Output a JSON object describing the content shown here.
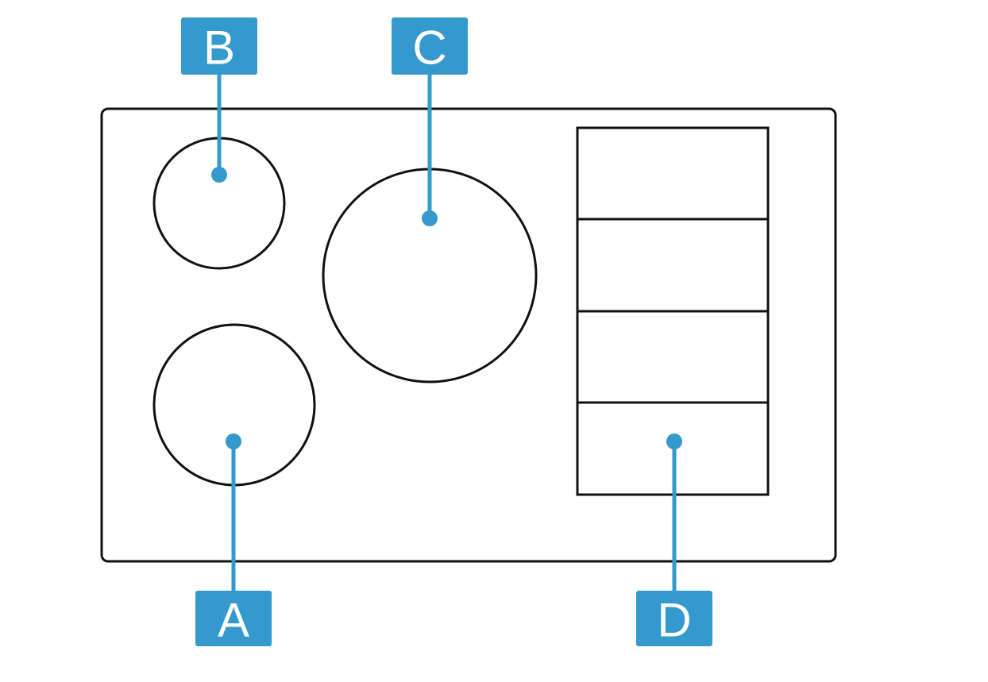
{
  "colors": {
    "accent": "#3499cc",
    "outline": "#111111",
    "background": "#ffffff"
  },
  "labels": {
    "a": "A",
    "b": "B",
    "c": "C",
    "d": "D"
  }
}
